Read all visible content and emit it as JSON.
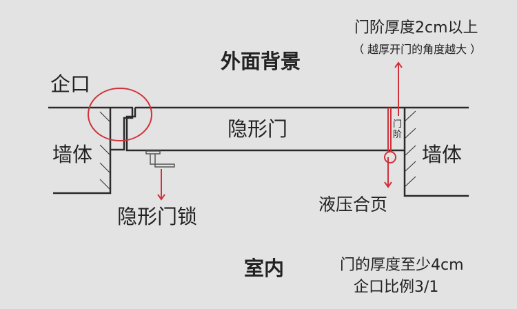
{
  "labels": {
    "outside": "外面背景",
    "rabbet": "企口",
    "wall_left": "墙体",
    "wall_right": "墙体",
    "door": "隐形门",
    "lock": "隐形门锁",
    "step_thickness": "门阶厚度2cm以上",
    "step_note": "（ 越厚开门的角度越大 ）",
    "step": "门阶",
    "hinge": "液压合页",
    "inside": "室内",
    "thickness": "门的厚度至少4cm",
    "ratio": "企口比例3/1"
  },
  "colors": {
    "line": "#2a2a2a",
    "accent": "#d0303a",
    "background": "#e4e3e3"
  }
}
